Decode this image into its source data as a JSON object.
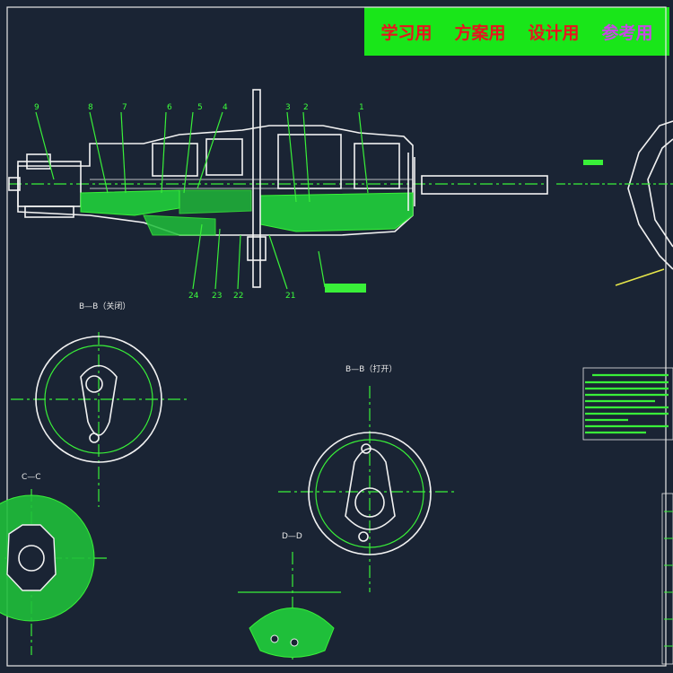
{
  "banner": {
    "bg": "#19e619",
    "items": [
      {
        "text": "学习用",
        "color": "#e8141e"
      },
      {
        "text": "方案用",
        "color": "#e8141e"
      },
      {
        "text": "设计用",
        "color": "#e8141e"
      },
      {
        "text": "参考用",
        "color": "#c946e6"
      }
    ]
  },
  "colors": {
    "background": "#1a2434",
    "outline": "#f2f2f2",
    "hatch": "#1fbf3a",
    "leader": "#39f039",
    "centerline": "#39f039"
  },
  "part_labels": {
    "top": [
      "9",
      "8",
      "7",
      "6",
      "5",
      "4",
      "3",
      "2",
      "1"
    ],
    "bottom": [
      "24",
      "23",
      "22",
      "21"
    ]
  },
  "sections": {
    "b_b_closed": "B—B（关闭）",
    "b_b_open": "B—B（打开）",
    "c_c": "C—C",
    "d_d": "D—D"
  }
}
